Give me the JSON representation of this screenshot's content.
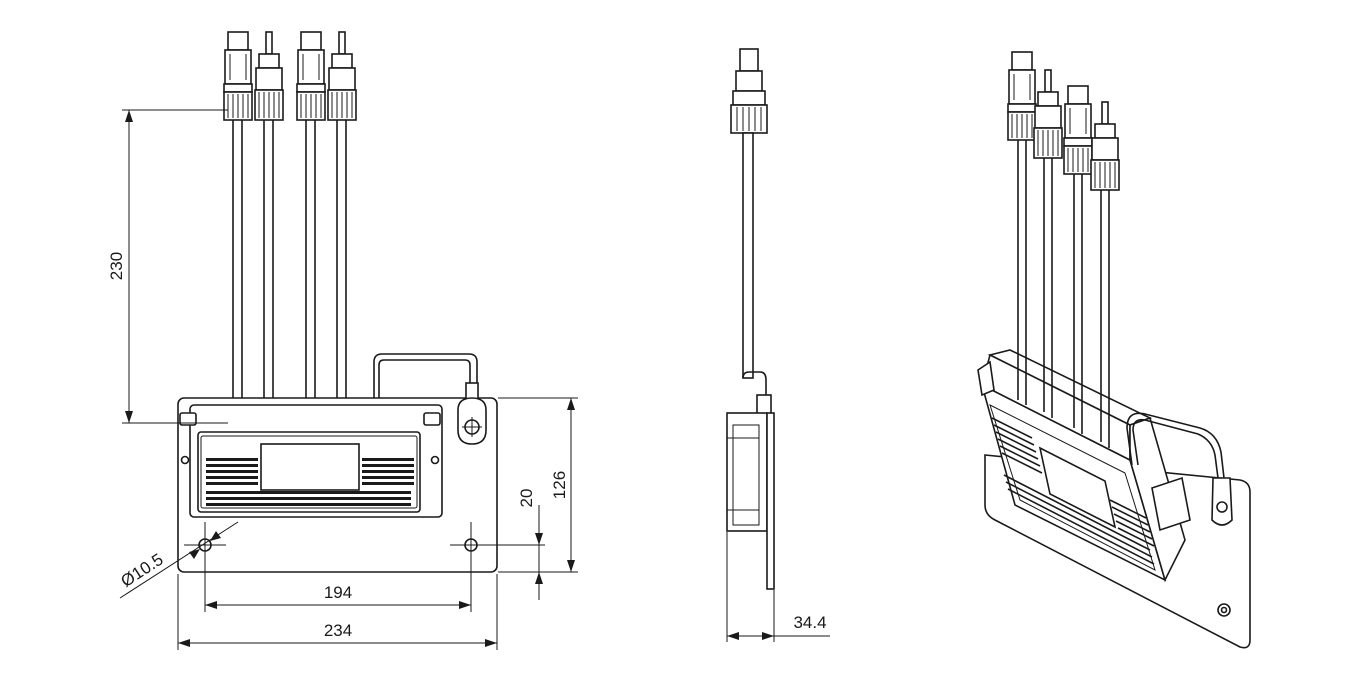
{
  "dimensions": {
    "cable_length": "230",
    "height": "126",
    "hole_offset": "20",
    "hole_diameter": "Ø10.5",
    "hole_spacing": "194",
    "overall_width": "234",
    "thickness": "34.4"
  },
  "colors": {
    "line": "#1a1a1a",
    "background": "#ffffff"
  }
}
